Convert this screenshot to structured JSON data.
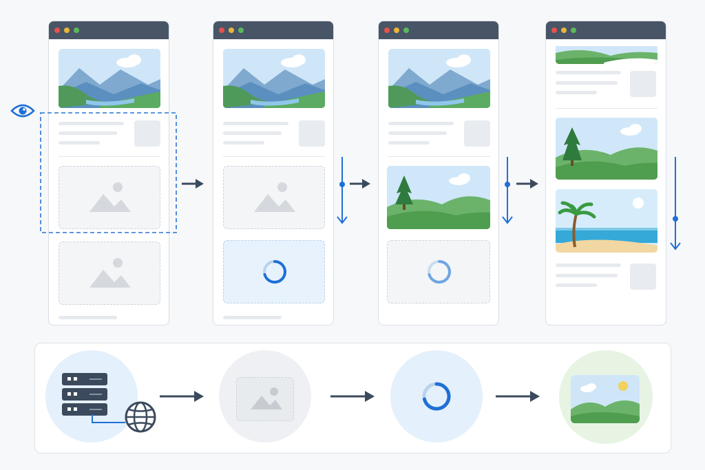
{
  "diagram": {
    "kind": "lazy-loading image flow",
    "stages": [
      {
        "id": "viewport-detect",
        "icon": "eye-icon"
      },
      {
        "id": "load-start",
        "icon": "spinner-icon"
      },
      {
        "id": "first-image-loaded",
        "icon": "spinner-icon"
      },
      {
        "id": "all-loaded",
        "icon": "landscape-image-icon"
      }
    ],
    "pipeline": [
      "server-network",
      "placeholder",
      "loading",
      "loaded-image"
    ],
    "colors": {
      "accent": "#1f6fd6",
      "window_bar": "#485566",
      "arrow": "#3b4a5c",
      "placeholder": "#f3f5f7",
      "loading_fill": "#e8f2fc",
      "loaded_fill": "#e7f4e4"
    }
  }
}
